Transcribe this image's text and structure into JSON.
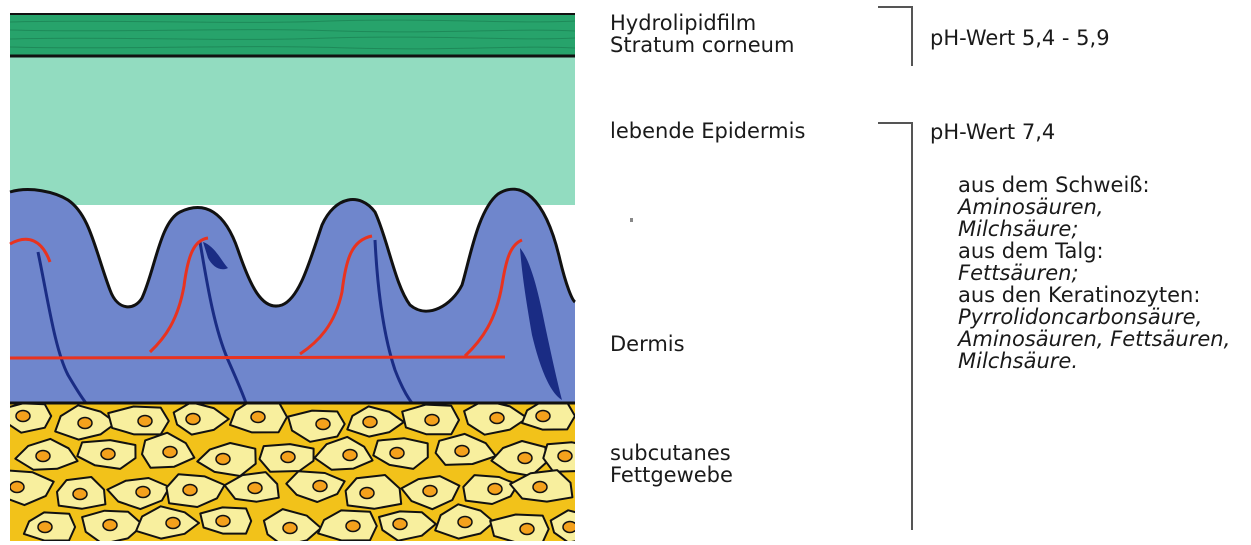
{
  "layers": {
    "stratum": "Hydrolipidfilm\nStratum corneum",
    "epidermis": "lebende Epidermis",
    "dermis": "Dermis",
    "subcutis": "subcutanes\nFettgewebe"
  },
  "ph": {
    "surface": "pH-Wert 5,4 - 5,9",
    "epidermis": "pH-Wert 7,4"
  },
  "sources": [
    {
      "text": "aus dem Schweiß:",
      "italic": false
    },
    {
      "text": "Aminosäuren,",
      "italic": true
    },
    {
      "text": "Milchsäure;",
      "italic": true
    },
    {
      "text": "aus dem Talg:",
      "italic": false
    },
    {
      "text": "Fettsäuren;",
      "italic": true
    },
    {
      "text": "aus den Keratinozyten:",
      "italic": false
    },
    {
      "text": "Pyrrolidoncarbonsäure,",
      "italic": true
    },
    {
      "text": "Aminosäuren, Fettsäuren,",
      "italic": true
    },
    {
      "text": "Milchsäure.",
      "italic": true
    }
  ],
  "colors": {
    "stratum_corneum": "#27a36b",
    "epidermis": "#92dcc0",
    "dermis": "#6f86cc",
    "vein": "#1a2c84",
    "artery": "#e8331f",
    "fat_cell": "#f8ef9e",
    "fat_bg": "#f2c21a",
    "nucleus": "#f4a11c",
    "outline": "#111111"
  }
}
